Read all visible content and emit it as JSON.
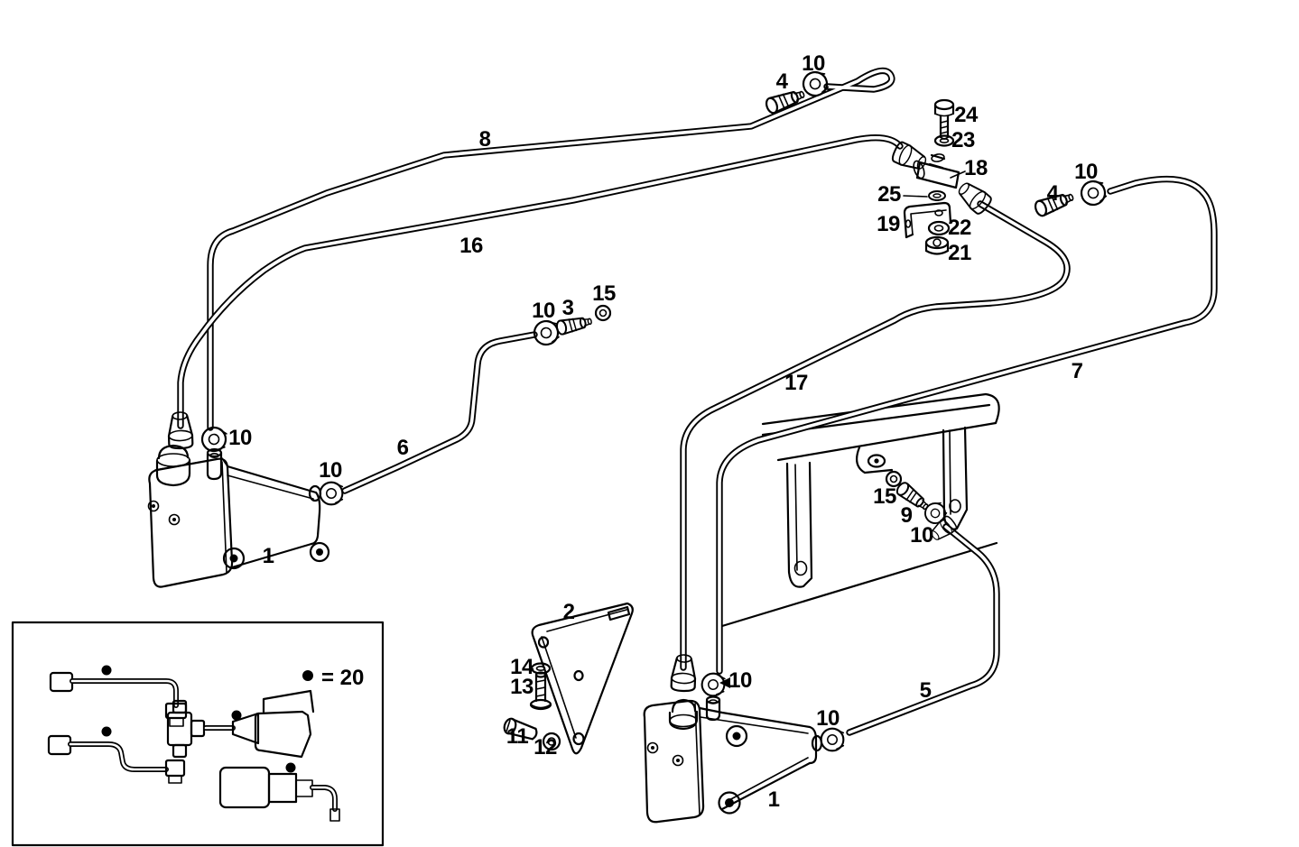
{
  "diagram": {
    "type": "exploded-parts-diagram",
    "line_color": "#000000",
    "background_color": "#ffffff",
    "legend": {
      "symbol": "●",
      "text": "= 20"
    },
    "callouts": [
      {
        "label": "4"
      },
      {
        "label": "10"
      },
      {
        "label": "8"
      },
      {
        "label": "24"
      },
      {
        "label": "23"
      },
      {
        "label": "18"
      },
      {
        "label": "25"
      },
      {
        "label": "10"
      },
      {
        "label": "4"
      },
      {
        "label": "19"
      },
      {
        "label": "22"
      },
      {
        "label": "21"
      },
      {
        "label": "16"
      },
      {
        "label": "15"
      },
      {
        "label": "10"
      },
      {
        "label": "3"
      },
      {
        "label": "17"
      },
      {
        "label": "7"
      },
      {
        "label": "10"
      },
      {
        "label": "6"
      },
      {
        "label": "10"
      },
      {
        "label": "1"
      },
      {
        "label": "15"
      },
      {
        "label": "9"
      },
      {
        "label": "10"
      },
      {
        "label": "2"
      },
      {
        "label": "14"
      },
      {
        "label": "13"
      },
      {
        "label": "10"
      },
      {
        "label": "11"
      },
      {
        "label": "12"
      },
      {
        "label": "5"
      },
      {
        "label": "10"
      },
      {
        "label": "1"
      }
    ]
  }
}
